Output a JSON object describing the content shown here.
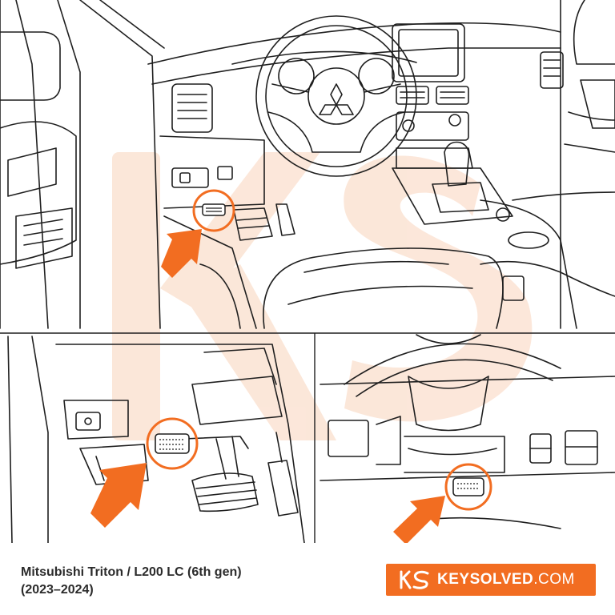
{
  "caption": {
    "line1": "Mitsubishi Triton / L200 LC (6th gen)",
    "line2": "(2023–2024)"
  },
  "brand": {
    "name_bold": "KEYSOLVED",
    "name_suffix": ".COM",
    "logo_icon": "ks-monogram-icon"
  },
  "colors": {
    "accent": "#f26d21",
    "line": "#1f1f1f",
    "watermark": "#fbe3d3"
  }
}
